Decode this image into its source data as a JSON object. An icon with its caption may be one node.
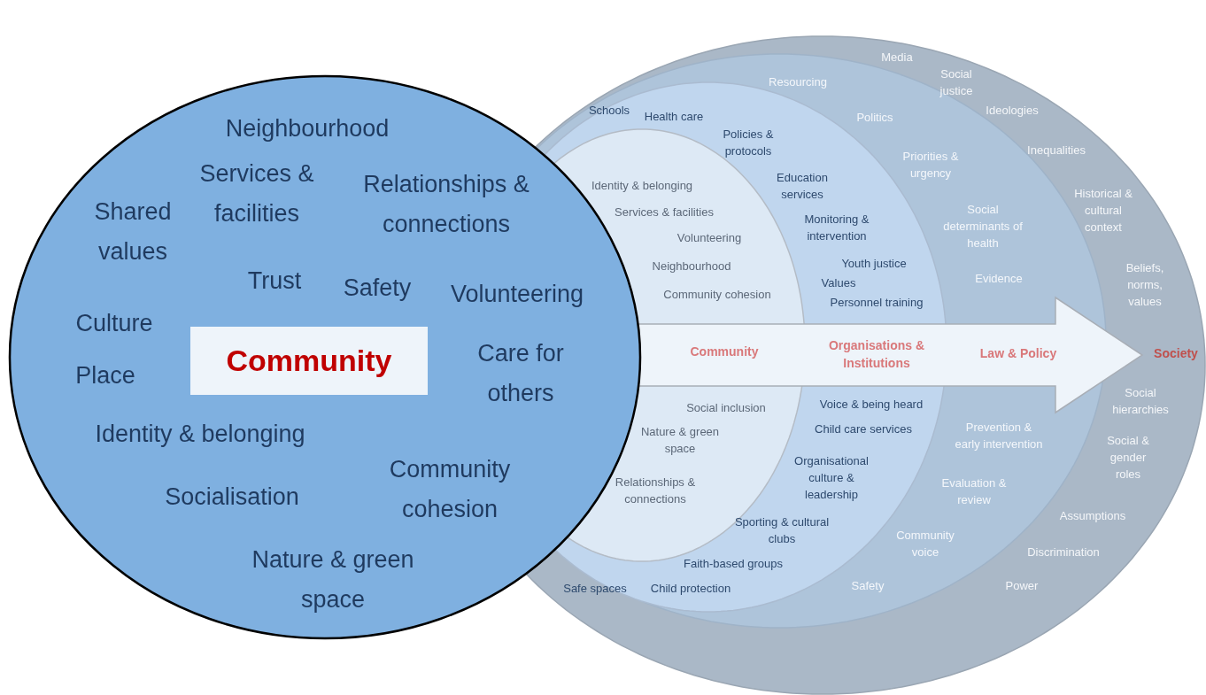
{
  "diagram": {
    "nodes": [
      {
        "text": [
          "Neighbourhood",
          "Services & facilities",
          "Relationships & connections",
          "Shared values",
          "Trust",
          "Safety",
          "Volunteering",
          "Culture",
          "Place",
          "Care for others",
          "Identity & belonging",
          "Socialisation",
          "Community cohesion",
          "Nature & green space"
        ]
      },
      {
        "text": [
          "Community"
        ],
        "in": 0
      },
      {
        "text": [
          "Society",
          "Media",
          "Social justice",
          "Ideologies",
          "Inequalities",
          "Historical & cultural context",
          "Beliefs, norms, values",
          "Social hierarchies",
          "Social & gender roles",
          "Assumptions",
          "Discrimination",
          "Power"
        ]
      },
      {
        "text": [
          "Law & Policy",
          "Resourcing",
          "Politics",
          "Priorities & urgency",
          "Social determinants of health",
          "Evidence",
          "Prevention & early intervention",
          "Evaluation & review",
          "Community voice",
          "Safety"
        ],
        "in": 2
      },
      {
        "text": [
          "Organisations & Institutions",
          "Schools",
          "Health care",
          "Policies & protocols",
          "Education services",
          "Monitoring & intervention",
          "Youth justice",
          "Values",
          "Personnel training",
          "Voice & being heard",
          "Child care services",
          "Organisational culture & leadership",
          "Sporting & cultural clubs",
          "Faith-based groups",
          "Safe spaces",
          "Child protection"
        ],
        "in": 3
      },
      {
        "text": [
          "Community",
          "Identity & belonging",
          "Services & facilities",
          "Volunteering",
          "Neighbourhood",
          "Community cohesion",
          "Social inclusion",
          "Nature & green space",
          "Relationships & connections"
        ],
        "in": 4
      }
    ],
    "edges": []
  }
}
